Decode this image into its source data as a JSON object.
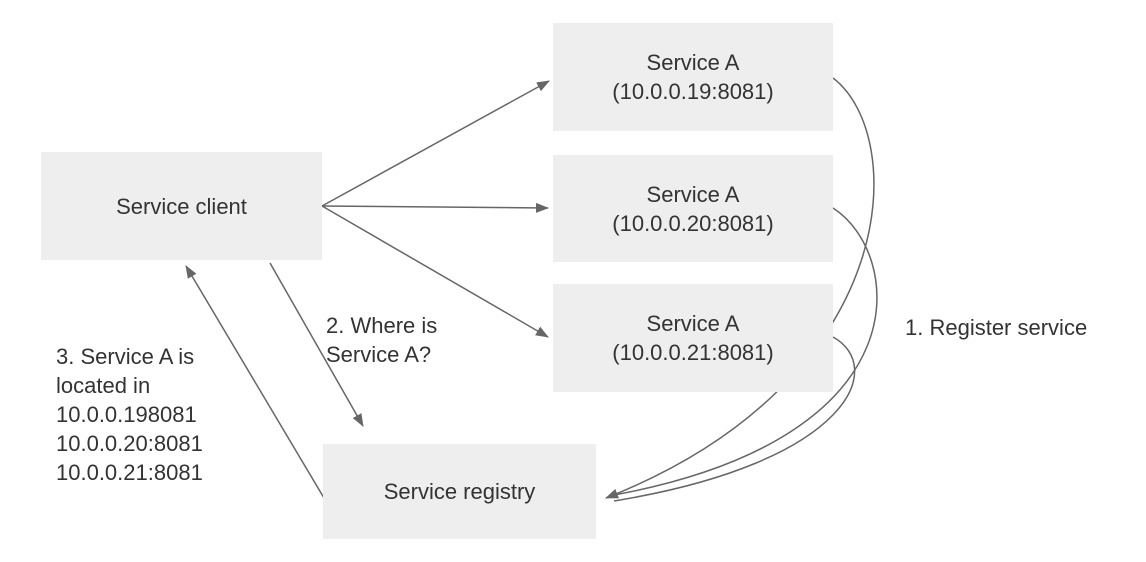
{
  "diagram": {
    "nodes": {
      "client": {
        "label": "Service client"
      },
      "service_a_1": {
        "name": "Service A",
        "address": "(10.0.0.19:8081)"
      },
      "service_a_2": {
        "name": "Service A",
        "address": "(10.0.0.20:8081)"
      },
      "service_a_3": {
        "name": "Service A",
        "address": "(10.0.0.21:8081)"
      },
      "registry": {
        "label": "Service registry"
      }
    },
    "annotations": {
      "register_service": "1. Register service",
      "where_is": "2. Where is\nService A?",
      "located_in": "3. Service A is\nlocated in\n10.0.0.198081\n10.0.0.20:8081\n10.0.0.21:8081"
    },
    "edges": [
      {
        "from": "client",
        "to": "service_a_1"
      },
      {
        "from": "client",
        "to": "service_a_2"
      },
      {
        "from": "client",
        "to": "service_a_3"
      },
      {
        "from": "client",
        "to": "registry",
        "label": "2. Where is Service A?"
      },
      {
        "from": "registry",
        "to": "client",
        "label": "3. Service A is located in 10.0.0.198081 10.0.0.20:8081 10.0.0.21:8081"
      },
      {
        "from": "service_a_1",
        "to": "registry",
        "label": "1. Register service"
      },
      {
        "from": "service_a_2",
        "to": "registry",
        "label": "1. Register service"
      },
      {
        "from": "service_a_3",
        "to": "registry",
        "label": "1. Register service"
      }
    ],
    "colors": {
      "node_fill": "#eeeeee",
      "arrow": "#666666",
      "text": "#333333",
      "background": "#ffffff"
    }
  }
}
